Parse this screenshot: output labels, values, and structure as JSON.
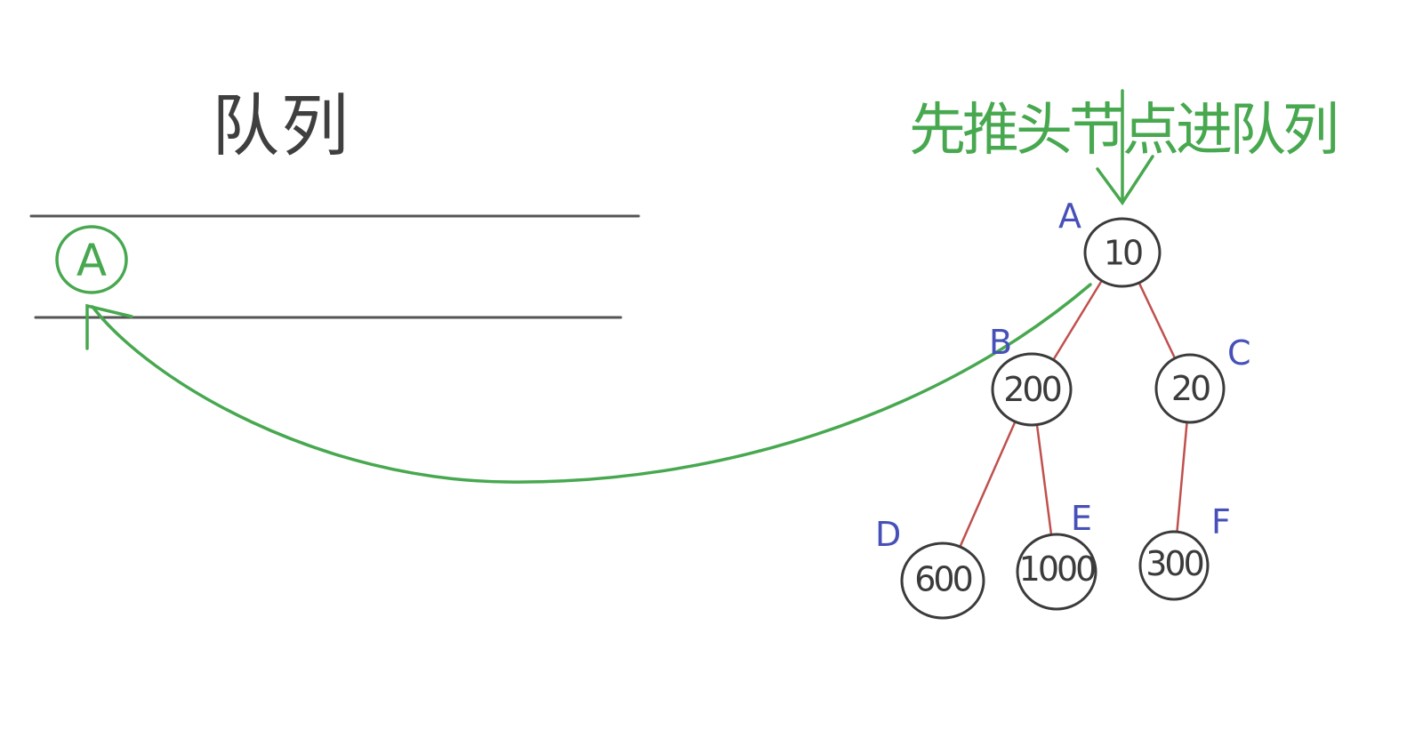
{
  "queue": {
    "title": "队列",
    "items": [
      "A"
    ]
  },
  "annotation": "先推头节点进队列",
  "tree": {
    "nodes": [
      {
        "id": "A",
        "label": "A",
        "value": "10"
      },
      {
        "id": "B",
        "label": "B",
        "value": "200"
      },
      {
        "id": "C",
        "label": "C",
        "value": "20"
      },
      {
        "id": "D",
        "label": "D",
        "value": "600"
      },
      {
        "id": "E",
        "label": "E",
        "value": "1000"
      },
      {
        "id": "F",
        "label": "F",
        "value": "300"
      }
    ],
    "edges": [
      [
        "A",
        "B"
      ],
      [
        "A",
        "C"
      ],
      [
        "B",
        "D"
      ],
      [
        "B",
        "E"
      ],
      [
        "C",
        "F"
      ]
    ]
  },
  "colors": {
    "annotation": "#47a84f",
    "tree_edge": "#c0504d",
    "node_outline": "#3b3b3b",
    "node_letter": "#4650b8",
    "queue_line": "#555555"
  }
}
